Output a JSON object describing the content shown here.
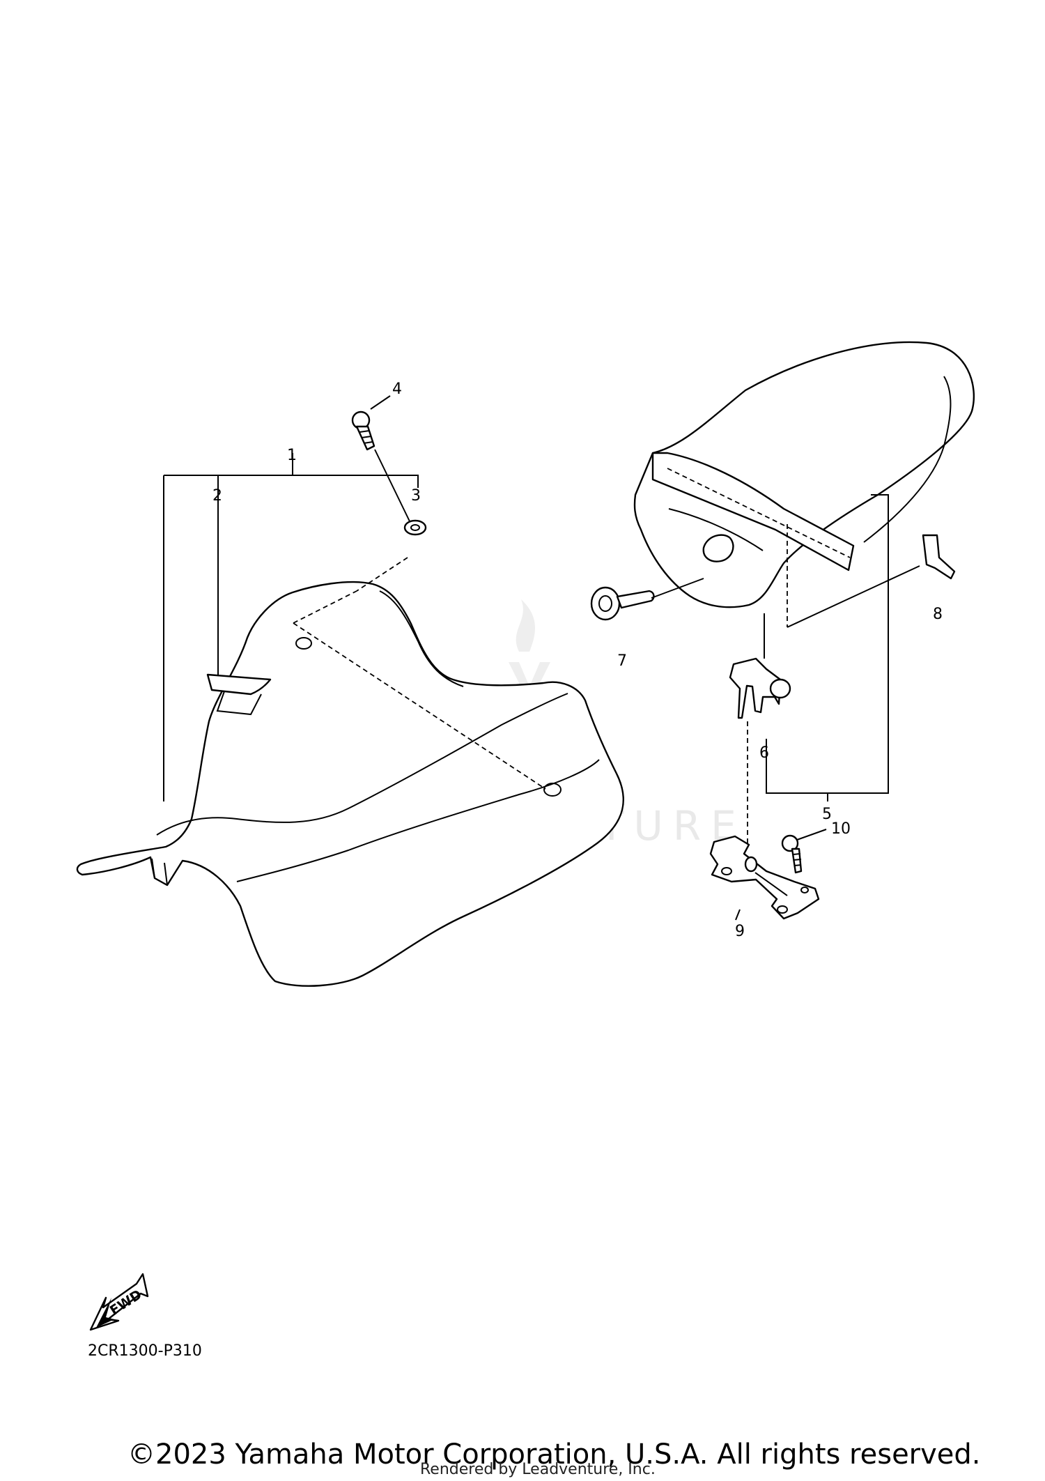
{
  "diagram": {
    "parts": [
      {
        "number": "1"
      },
      {
        "number": "2"
      },
      {
        "number": "3"
      },
      {
        "number": "4"
      },
      {
        "number": "5"
      },
      {
        "number": "6"
      },
      {
        "number": "7"
      },
      {
        "number": "8"
      },
      {
        "number": "9"
      },
      {
        "number": "10"
      }
    ],
    "fwd_label": "FWD",
    "watermark": "LEADVENTURE",
    "diagram_code": "2CR1300-P310"
  },
  "footer": {
    "copyright": "©2023 Yamaha Motor Corporation, U.S.A. All rights reserved.",
    "rendered_by": "Rendered by Leadventure, Inc."
  },
  "colors": {
    "line": "#000000",
    "background": "#ffffff",
    "watermark": "#e9e9e9"
  }
}
